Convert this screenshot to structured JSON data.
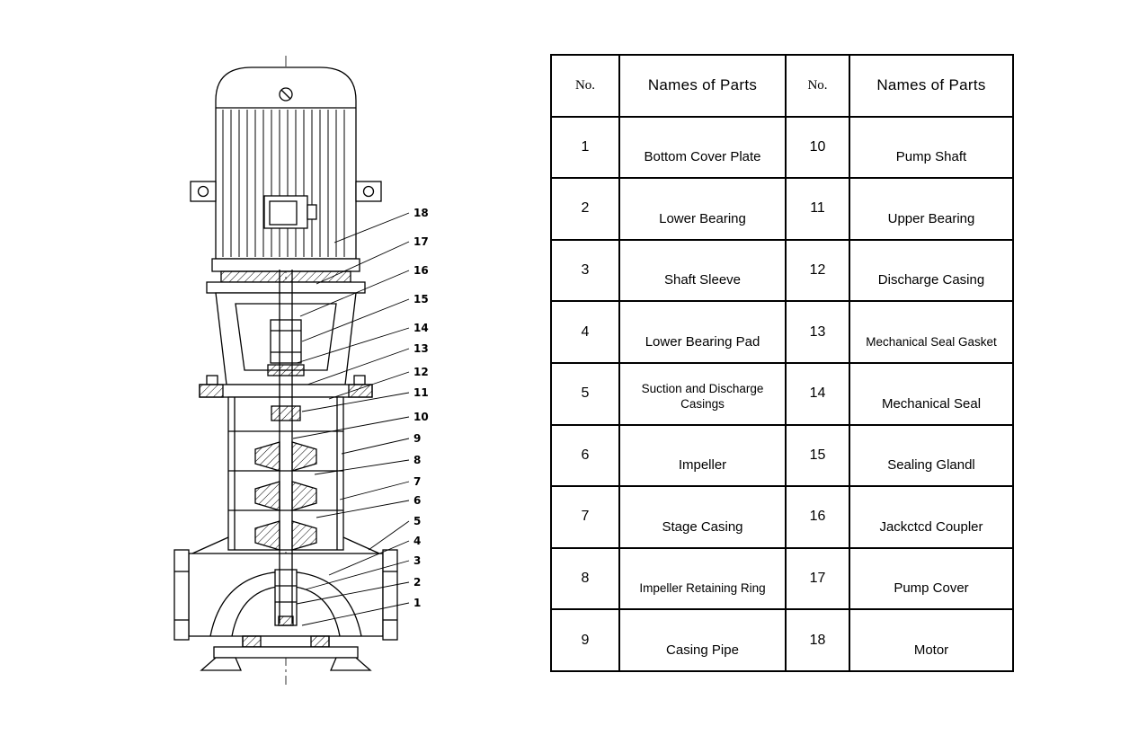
{
  "figure": {
    "callouts": [
      "18",
      "17",
      "16",
      "15",
      "14",
      "13",
      "12",
      "11",
      "10",
      "9",
      "8",
      "7",
      "6",
      "5",
      "4",
      "3",
      "2",
      "1"
    ]
  },
  "table": {
    "headers": [
      "No.",
      "Names of Parts",
      "No.",
      "Names of Parts"
    ],
    "rows": [
      {
        "no_left": "1",
        "name_left": "Bottom Cover Plate",
        "no_right": "10",
        "name_right": "Pump Shaft"
      },
      {
        "no_left": "2",
        "name_left": "Lower Bearing",
        "no_right": "11",
        "name_right": "Upper Bearing"
      },
      {
        "no_left": "3",
        "name_left": "Shaft Sleeve",
        "no_right": "12",
        "name_right": "Discharge Casing"
      },
      {
        "no_left": "4",
        "name_left": "Lower Bearing Pad",
        "no_right": "13",
        "name_right": "Mechanical Seal Gasket"
      },
      {
        "no_left": "5",
        "name_left": "Suction and Discharge Casings",
        "no_right": "14",
        "name_right": "Mechanical Seal"
      },
      {
        "no_left": "6",
        "name_left": "Impeller",
        "no_right": "15",
        "name_right": "Sealing Glandl"
      },
      {
        "no_left": "7",
        "name_left": "Stage Casing",
        "no_right": "16",
        "name_right": "Jackctcd Coupler"
      },
      {
        "no_left": "8",
        "name_left": "Impeller Retaining Ring",
        "no_right": "17",
        "name_right": "Pump Cover"
      },
      {
        "no_left": "9",
        "name_left": "Casing Pipe",
        "no_right": "18",
        "name_right": "Motor"
      }
    ]
  }
}
